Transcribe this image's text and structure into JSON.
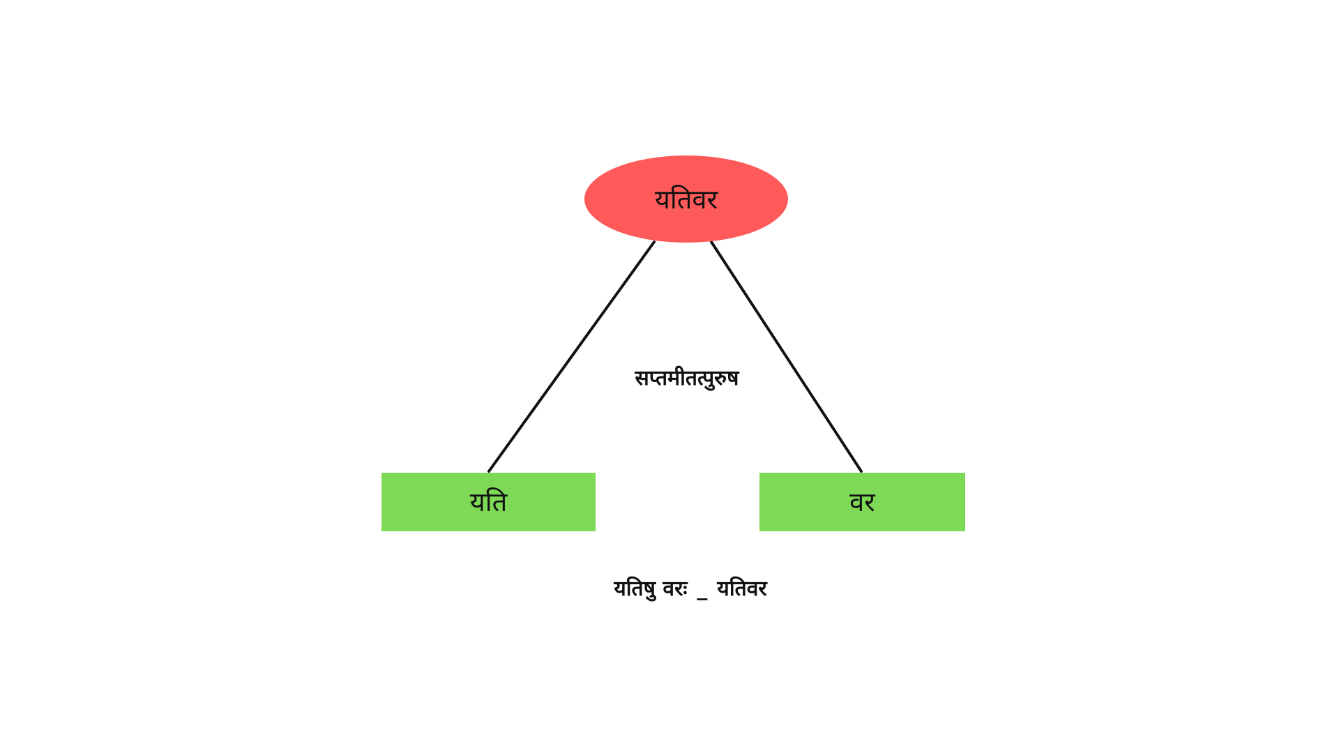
{
  "diagram": {
    "root": {
      "label": "यतिवर",
      "fill": "#ff5a5a"
    },
    "children": [
      {
        "label": "यति",
        "fill": "#7ed957"
      },
      {
        "label": "वर",
        "fill": "#7ed957"
      }
    ],
    "relation": "सप्तमीतत्पुरुष",
    "formula": {
      "expansion": "यतिषु वरः",
      "separator": "_",
      "result": "यतिवर"
    },
    "connector_color": "#111111"
  }
}
